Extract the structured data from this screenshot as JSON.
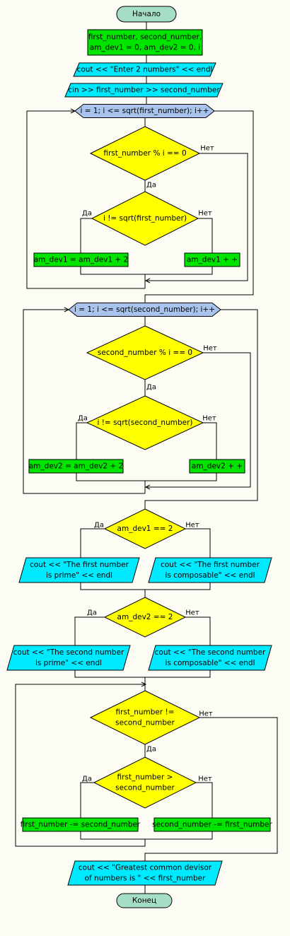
{
  "colors": {
    "background": "#fcfcf4",
    "terminal": "#a6ddc5",
    "process": "#00e400",
    "io": "#00eaff",
    "loop": "#a8c4ec",
    "decision": "#ffff00",
    "line": "#000000"
  },
  "labels": {
    "yes": "Да",
    "no": "Нет"
  },
  "nodes": {
    "start": "Начало",
    "init": [
      "first_number, second_number,",
      "am_dev1 = 0, am_dev2 = 0, i"
    ],
    "out_prompt": "cout << \"Enter 2 numbers\" << endl",
    "in_numbers": "cin >> first_number >> second_number",
    "loop1": "i = 1; i <= sqrt(first_number); i++",
    "cond1": "first_number % i == 0",
    "cond1b": "i != sqrt(first_number)",
    "proc1a": "am_dev1 = am_dev1 + 2",
    "proc1b": "am_dev1 + +",
    "loop2": "i = 1; i <= sqrt(second_number); i++",
    "cond2": "second_number % i == 0",
    "cond2b": "i != sqrt(second_number)",
    "proc2a": "am_dev2 = am_dev2 + 2",
    "proc2b": "am_dev2 + +",
    "cond3": "am_dev1 == 2",
    "out3a": [
      "cout << \"The first number",
      "is prime\" << endl"
    ],
    "out3b": [
      "cout << \"The first number",
      "is composable\" << endl"
    ],
    "cond4": "am_dev2 == 2",
    "out4a": [
      "cout << \"The second number",
      "is prime\" << endl"
    ],
    "out4b": [
      "cout << \"The second number",
      "is composable\" << endl"
    ],
    "cond5": [
      "first_number !=",
      "second_number"
    ],
    "cond5b": [
      "first_number >",
      "second_number"
    ],
    "proc5a": "first_number -= second_number",
    "proc5b": "second_number -= first_number",
    "out_result": [
      "cout << \"Greatest common devisor",
      "of numbers is \" << first_number"
    ],
    "end": "Конец"
  }
}
